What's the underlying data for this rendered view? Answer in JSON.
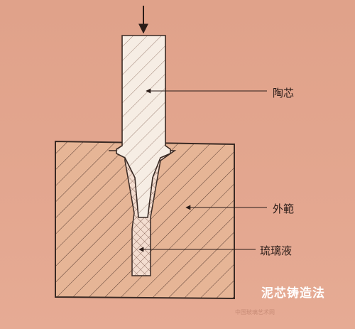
{
  "labels": {
    "ceramic_core": "陶芯",
    "outer_mold": "外範",
    "molten_glass": "琉璃液"
  },
  "title": "泥芯铸造法",
  "watermark": "中国玻璃艺术网",
  "colors": {
    "background": "#e3a68e",
    "mold_fill": "#e6b596",
    "core_fill": "#f6ede4",
    "glass_fill": "#f3ddd0",
    "line": "#3a2a24",
    "title_text": "#ffffff"
  }
}
